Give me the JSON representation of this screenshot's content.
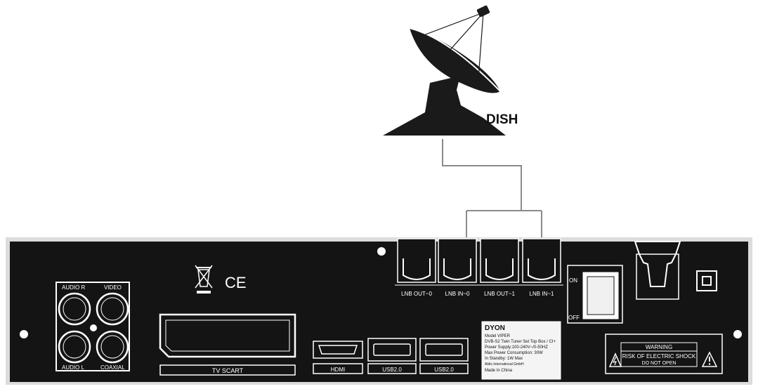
{
  "dish": {
    "label": "DISH"
  },
  "panel": {
    "rca": {
      "audio_r": "AUDIO R",
      "video": "VIDEO",
      "audio_l": "AUDIO L",
      "coaxial": "COAXIAL"
    },
    "cert": {
      "ce": "CE"
    },
    "ports": {
      "lnb_out_0": "LNB OUT~0",
      "lnb_in_0": "LNB IN~0",
      "lnb_out_1": "LNB OUT~1",
      "lnb_in_1": "LNB IN~1",
      "tv_scart": "TV SCART",
      "hdmi": "HDMI",
      "usb_a": "USB2.0",
      "usb_b": "USB2.0"
    },
    "switch": {
      "on": "ON",
      "off": "OFF"
    },
    "rating_plate": {
      "brand": "DYON",
      "lines": [
        "Model VIPER",
        "DVB-S2 Twin Tuner Set Top Box / CI+",
        "Power Supply:100-240V~/0-50HZ",
        "Max Power Consumption: 30W",
        "In Standby: 1W Max",
        "Aldis International GmbH",
        "Made In China"
      ]
    },
    "warning": {
      "title": "WARNING",
      "line1": "RISK OF ELECTRIC SHOCK",
      "line2": "DO NOT OPEN"
    }
  },
  "colors": {
    "panel": "#141414",
    "outline": "#ffffff",
    "cable": "#8a8a8a",
    "background": "#ffffff"
  },
  "icons": [
    "satellite-dish-icon",
    "weee-bin-icon",
    "ce-mark-icon",
    "double-insulation-icon",
    "warning-triangle-icon"
  ]
}
